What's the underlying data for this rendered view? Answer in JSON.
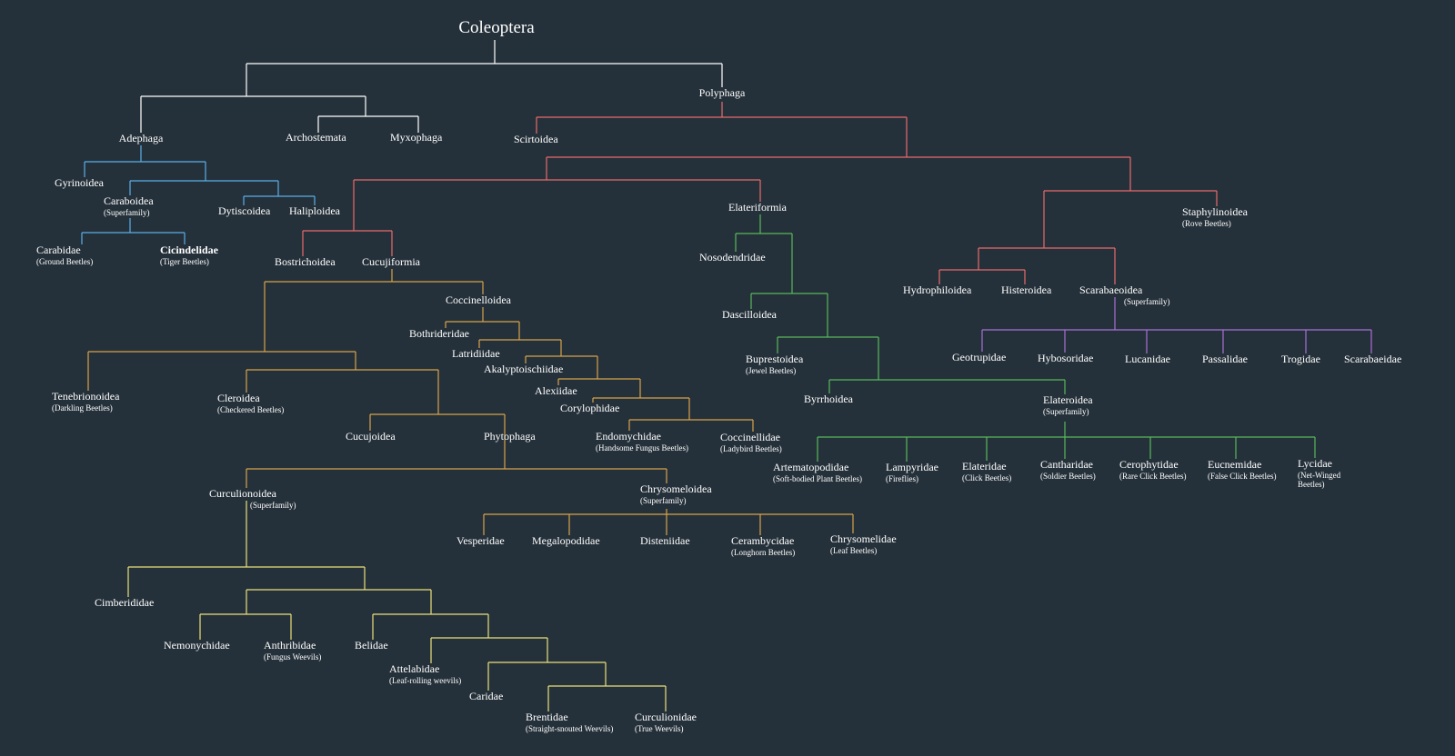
{
  "colors": {
    "background": "#25313a",
    "white": "#ffffff",
    "blue": "#5aaee8",
    "red": "#e86a6a",
    "orange": "#d8a24a",
    "yellow": "#eadf7a",
    "green": "#58b85a",
    "purple": "#a870d8"
  },
  "nodes": {
    "coleoptera": {
      "name": "Coleoptera"
    },
    "polyphaga": {
      "name": "Polyphaga"
    },
    "adephaga": {
      "name": "Adephaga"
    },
    "archostemata": {
      "name": "Archostemata"
    },
    "myxophaga": {
      "name": "Myxophaga"
    },
    "gyrinoidea": {
      "name": "Gyrinoidea"
    },
    "caraboidea": {
      "name": "Caraboidea",
      "sub": "(Superfamily)"
    },
    "dytiscoidea": {
      "name": "Dytiscoidea"
    },
    "haliploidea": {
      "name": "Haliploidea"
    },
    "carabidae": {
      "name": "Carabidae",
      "sub": "(Ground Beetles)"
    },
    "cicindelidae": {
      "name": "Cicindelidae",
      "sub": "(Tiger Beetles)"
    },
    "scirtoidea": {
      "name": "Scirtoidea"
    },
    "elateriformia": {
      "name": "Elateriformia"
    },
    "staphylinoidea": {
      "name": "Staphylinoidea",
      "sub": "(Rove Beetles)"
    },
    "bostrichoidea": {
      "name": "Bostrichoidea"
    },
    "cucujiformia": {
      "name": "Cucujiformia"
    },
    "coccinelloidea": {
      "name": "Coccinelloidea"
    },
    "bothrideridae": {
      "name": "Bothrideridae"
    },
    "latridiidae": {
      "name": "Latridiidae"
    },
    "akalyptoischiidae": {
      "name": "Akalyptoischiidae"
    },
    "alexiidae": {
      "name": "Alexiidae"
    },
    "corylophidae": {
      "name": "Corylophidae"
    },
    "endomychidae": {
      "name": "Endomychidae",
      "sub": "(Handsome Fungus Beetles)"
    },
    "coccinellidae": {
      "name": "Coccinellidae",
      "sub": "(Ladybird Beetles)"
    },
    "tenebrionoidea": {
      "name": "Tenebrionoidea",
      "sub": "(Darkling Beetles)"
    },
    "cleroidea": {
      "name": "Cleroidea",
      "sub": "(Checkered Beetles)"
    },
    "cucujoidea": {
      "name": "Cucujoidea"
    },
    "phytophaga": {
      "name": "Phytophaga"
    },
    "curculionoidea": {
      "name": "Curculionoidea",
      "sub": "(Superfamily)"
    },
    "chrysomeloidea": {
      "name": "Chrysomeloidea",
      "sub": "(Superfamily)"
    },
    "vesperidae": {
      "name": "Vesperidae"
    },
    "megalopodidae": {
      "name": "Megalopodidae"
    },
    "disteniidae": {
      "name": "Disteniidae"
    },
    "cerambycidae": {
      "name": "Cerambycidae",
      "sub": "(Longhorn Beetles)"
    },
    "chrysomelidae": {
      "name": "Chrysomelidae",
      "sub": "(Leaf Beetles)"
    },
    "cimberididae": {
      "name": "Cimberididae"
    },
    "nemonychidae": {
      "name": "Nemonychidae"
    },
    "anthribidae": {
      "name": "Anthribidae",
      "sub": "(Fungus Weevils)"
    },
    "belidae": {
      "name": "Belidae"
    },
    "attelabidae": {
      "name": "Attelabidae",
      "sub": "(Leaf-rolling weevils)"
    },
    "caridae": {
      "name": "Caridae"
    },
    "brentidae": {
      "name": "Brentidae",
      "sub": "(Straight-snouted Weevils)"
    },
    "curculionidae": {
      "name": "Curculionidae",
      "sub": "(True Weevils)"
    },
    "nosodendridae": {
      "name": "Nosodendridae"
    },
    "dascilloidea": {
      "name": "Dascilloidea"
    },
    "buprestoidea": {
      "name": "Buprestoidea",
      "sub": "(Jewel Beetles)"
    },
    "byrrhoidea": {
      "name": "Byrrhoidea"
    },
    "elateroidea": {
      "name": "Elateroidea",
      "sub": "(Superfamily)"
    },
    "artematopodidae": {
      "name": "Artematopodidae",
      "sub": "(Soft-bodied Plant Beetles)"
    },
    "lampyridae": {
      "name": "Lampyridae",
      "sub": "(Fireflies)"
    },
    "elateridae": {
      "name": "Elateridae",
      "sub": "(Click Beetles)"
    },
    "cantharidae": {
      "name": "Cantharidae",
      "sub": "(Soldier Beetles)"
    },
    "cerophytidae": {
      "name": "Cerophytidae",
      "sub": "(Rare Click Beetles)"
    },
    "eucnemidae": {
      "name": "Eucnemidae",
      "sub": "(False Click Beetles)"
    },
    "lycidae": {
      "name": "Lycidae",
      "sub": "(Net-Winged Beetles)"
    },
    "hydrophiloidea": {
      "name": "Hydrophiloidea"
    },
    "histeroidea": {
      "name": "Histeroidea"
    },
    "scarabaeoidea": {
      "name": "Scarabaeoidea",
      "sub": "(Superfamily)"
    },
    "geotrupidae": {
      "name": "Geotrupidae"
    },
    "hybosoridae": {
      "name": "Hybosoridae"
    },
    "lucanidae": {
      "name": "Lucanidae"
    },
    "passalidae": {
      "name": "Passalidae"
    },
    "trogidae": {
      "name": "Trogidae"
    },
    "scarabaeidae": {
      "name": "Scarabaeidae"
    }
  }
}
